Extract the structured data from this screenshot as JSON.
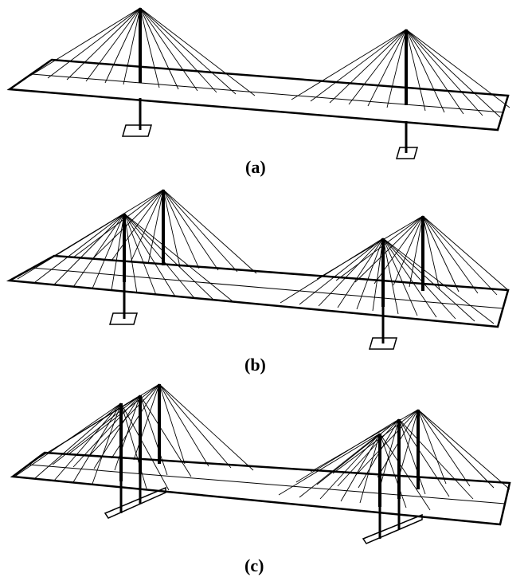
{
  "figure": {
    "panels": [
      {
        "id": "a",
        "caption": "(a)",
        "pylons_per_tower": 1
      },
      {
        "id": "b",
        "caption": "(b)",
        "pylons_per_tower": 2
      },
      {
        "id": "c",
        "caption": "(c)",
        "pylons_per_tower": 3
      }
    ],
    "colors": {
      "line": "#000000",
      "background": "#ffffff"
    }
  }
}
